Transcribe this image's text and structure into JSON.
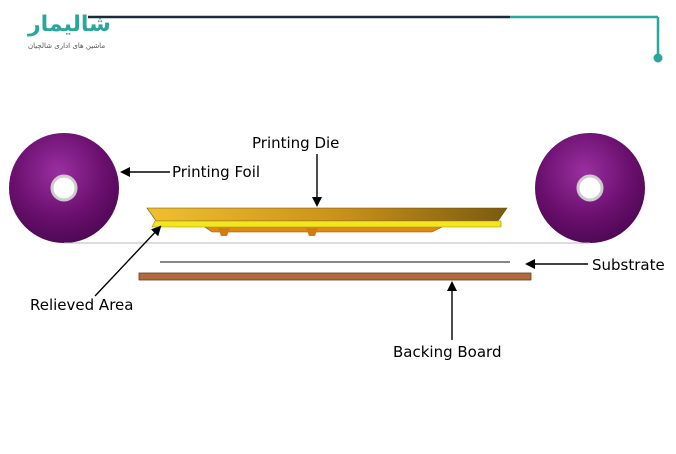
{
  "branding": {
    "logo_text": "شالیمار",
    "tagline": "ماشین های اداری شالچیان"
  },
  "labels": {
    "printing_die": "Printing Die",
    "printing_foil": "Printing Foil",
    "relieved_area": "Relieved Area",
    "substrate": "Substrate",
    "backing_board": "Backing Board"
  },
  "colors": {
    "accent": "#2aa79c",
    "header_line": "#1b2a38",
    "roll": "#6a0f6e",
    "die_gold": "#d99a1a",
    "foil_yellow": "#f3e61e",
    "backing_board": "#b06a3c"
  }
}
